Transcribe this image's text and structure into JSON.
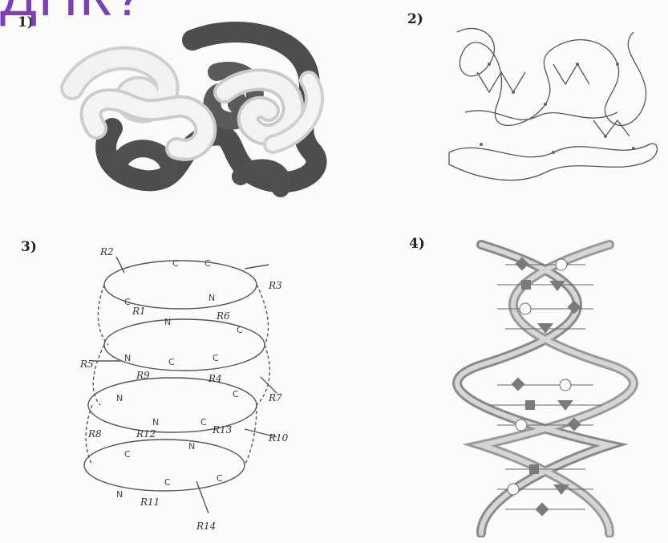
{
  "headline": "ДНК?",
  "panels": [
    {
      "number": "1)"
    },
    {
      "number": "2)"
    },
    {
      "number": "3)"
    },
    {
      "number": "4)"
    }
  ],
  "diagram_labels": {
    "r2": "R2",
    "r3": "R3",
    "r1": "R1",
    "r6": "R6",
    "r5": "R5",
    "r9": "R9",
    "r4": "R4",
    "r7": "R7",
    "r8": "R8",
    "r12": "R12",
    "r13": "R13",
    "r10": "R10",
    "r11": "R11",
    "r14": "R14"
  },
  "colors": {
    "headline": "#7b3fb6",
    "tube_dark": "#555555",
    "tube_light": "#efefef"
  }
}
